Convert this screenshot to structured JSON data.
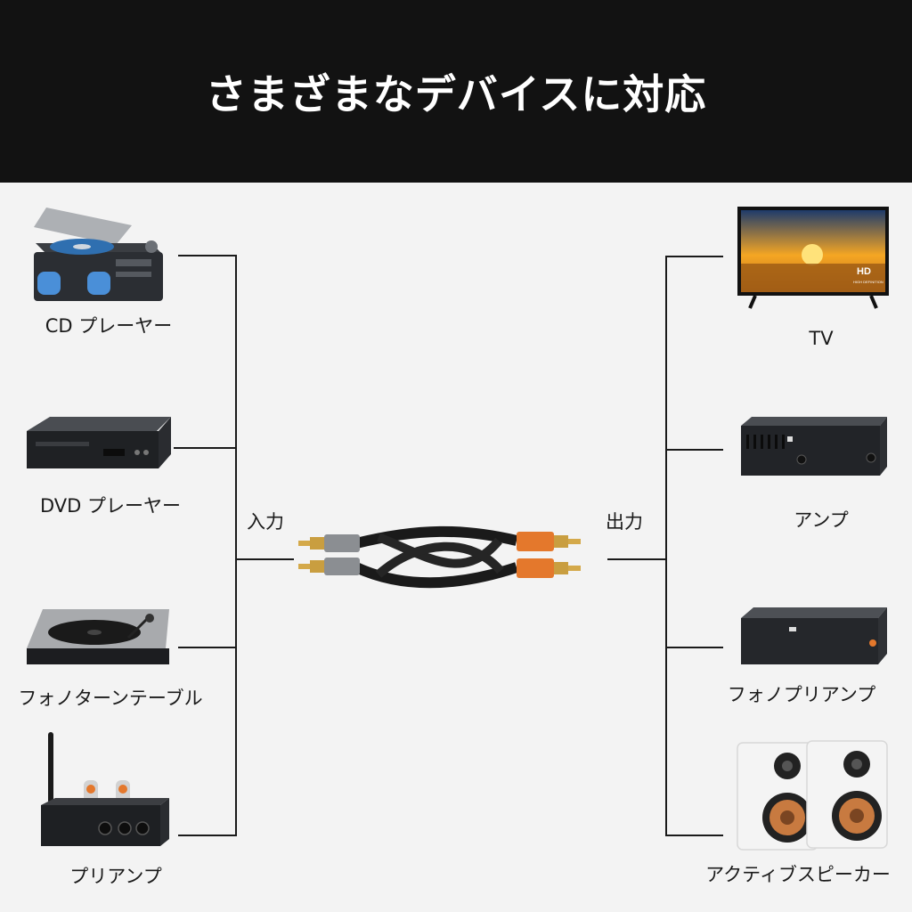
{
  "header": {
    "title": "さまざまなデバイスに対応"
  },
  "input": {
    "label": "入力",
    "devices": [
      {
        "id": "cd",
        "label": "CD プレーヤー"
      },
      {
        "id": "dvd",
        "label": "DVD プレーヤー"
      },
      {
        "id": "turntable",
        "label": "フォノターンテーブル"
      },
      {
        "id": "preamp",
        "label": "プリアンプ"
      }
    ]
  },
  "output": {
    "label": "出力",
    "devices": [
      {
        "id": "tv",
        "label": "TV"
      },
      {
        "id": "amp",
        "label": "アンプ"
      },
      {
        "id": "phono-preamp",
        "label": "フォノプリアンプ"
      },
      {
        "id": "speakers",
        "label": "アクティブスピーカー"
      }
    ]
  },
  "tv_badge": {
    "main": "HD",
    "sub": "HIGH DEFINITION"
  },
  "colors": {
    "header_bg": "#121212",
    "background": "#f3f3f3",
    "wire": "#1a1a1a",
    "accent_orange": "#e4782c"
  }
}
